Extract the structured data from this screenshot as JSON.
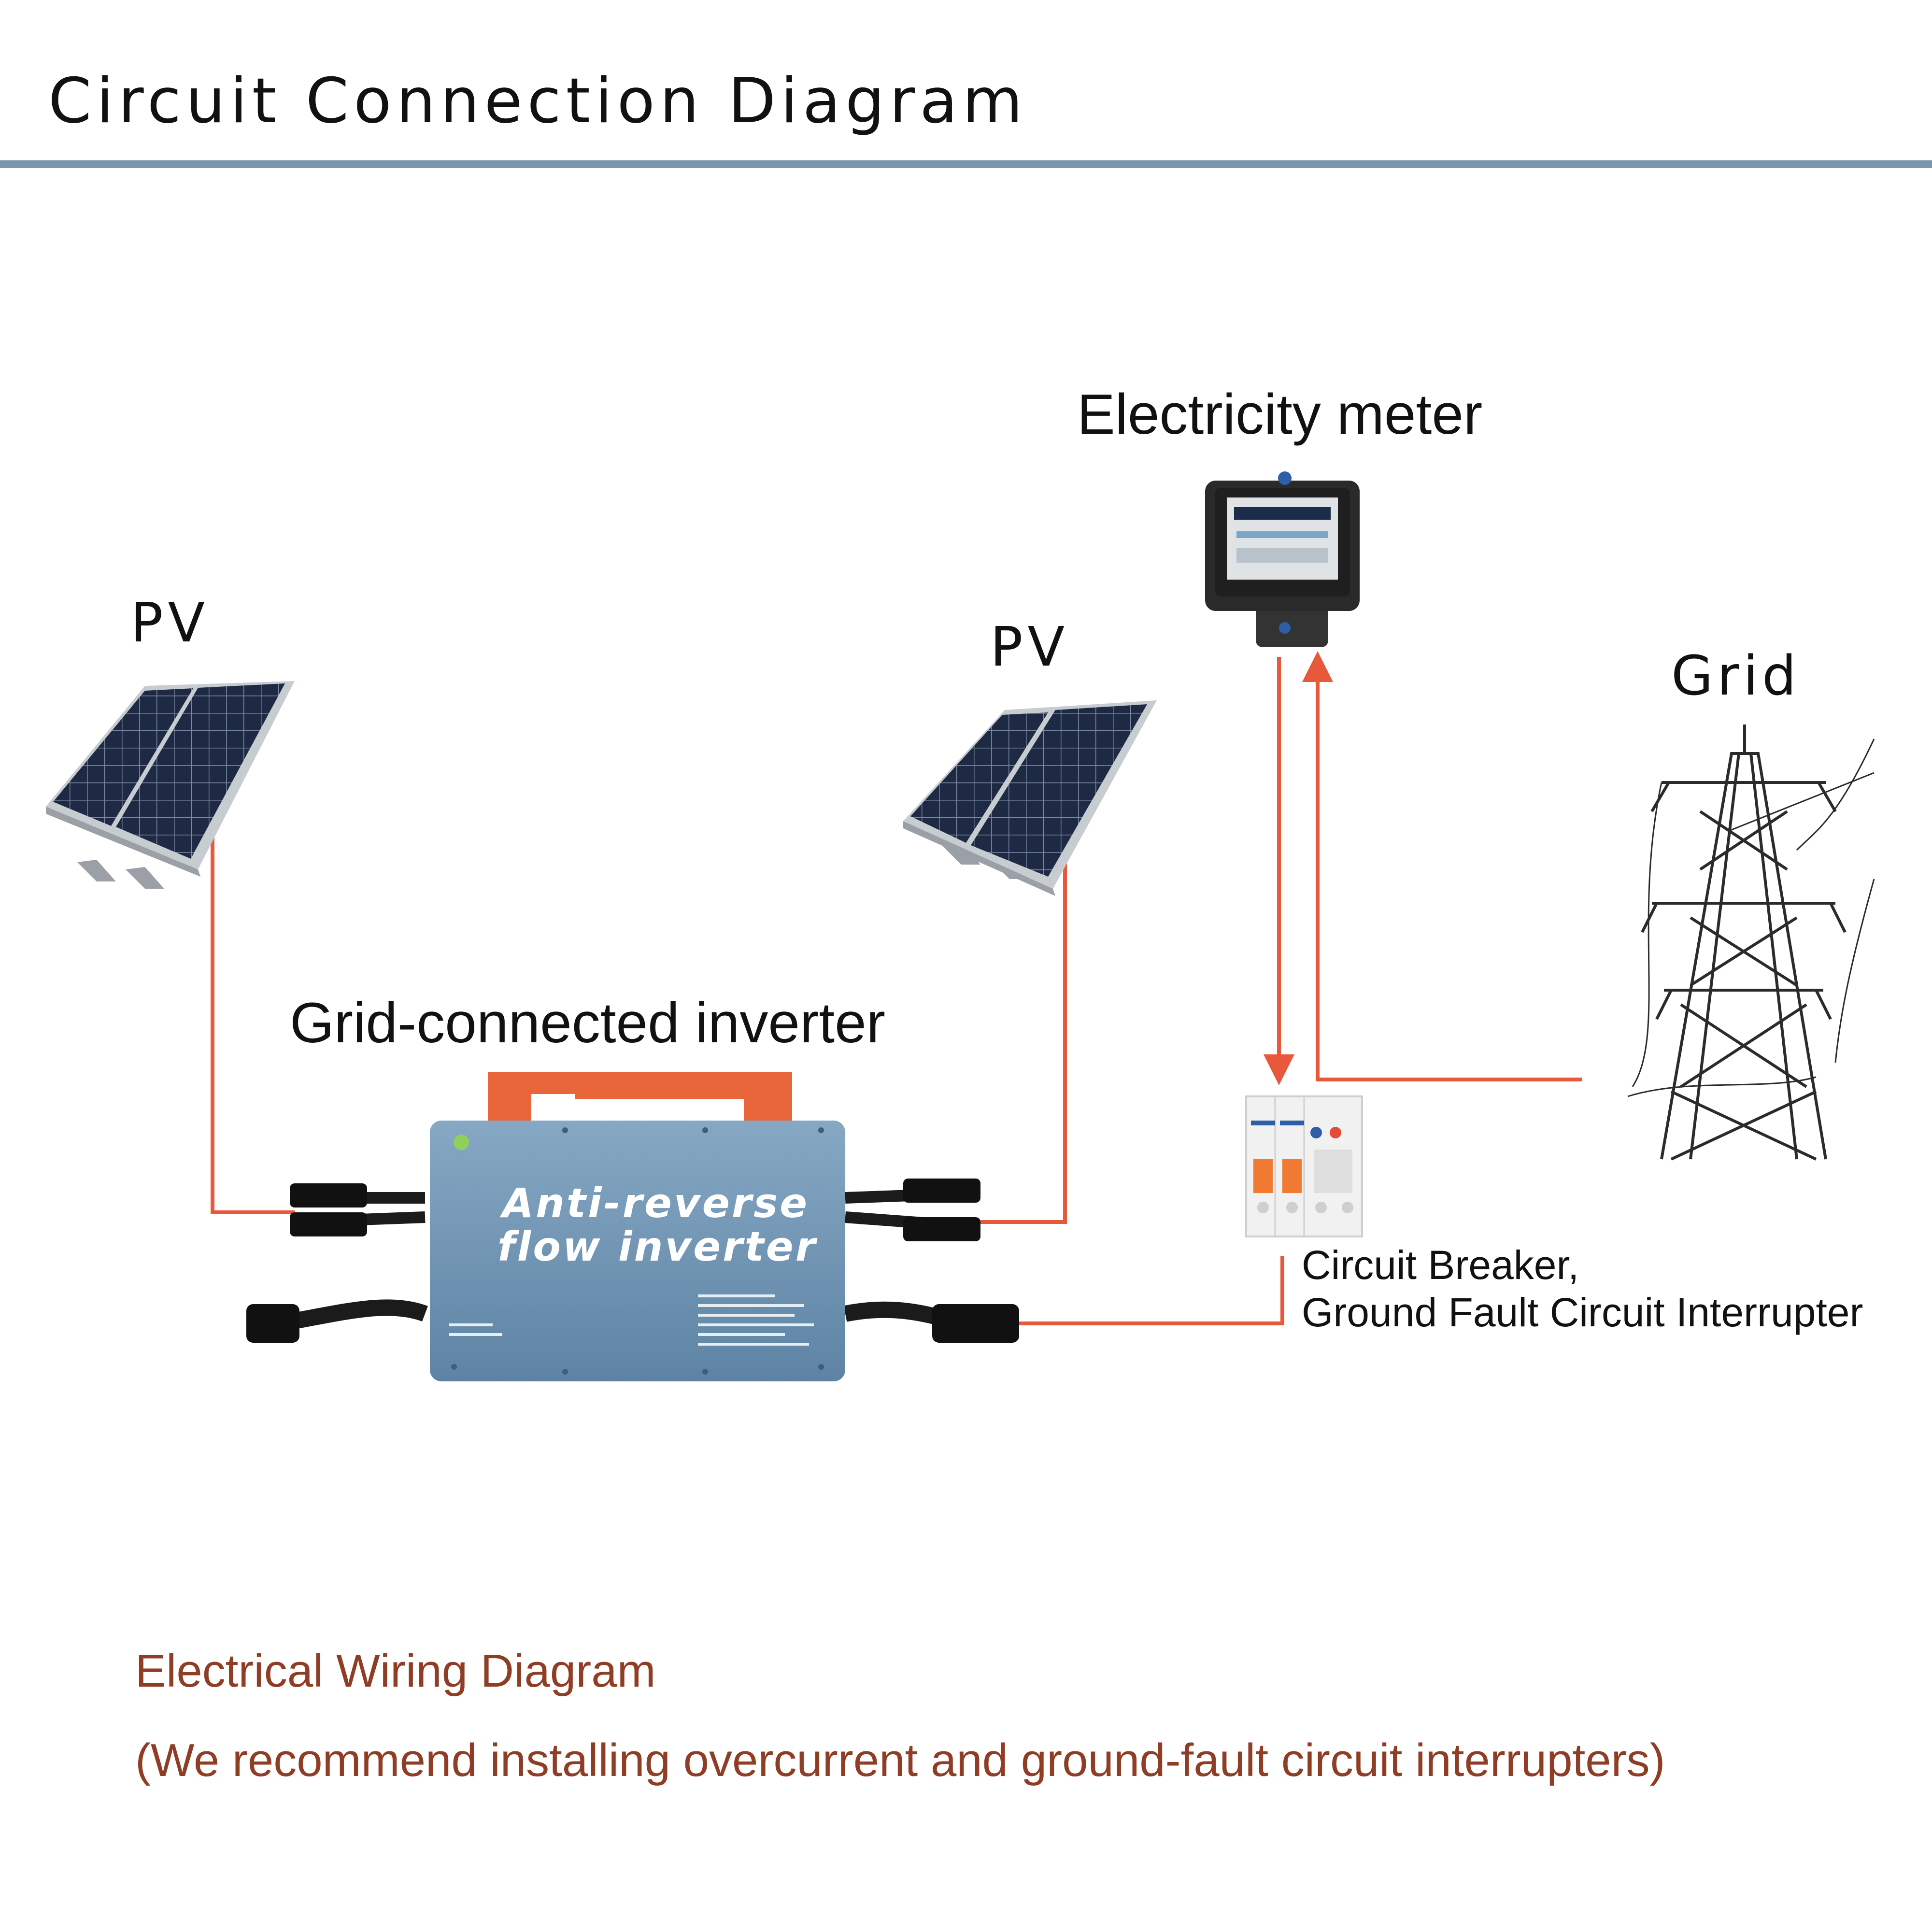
{
  "title": "Circuit Connection Diagram",
  "labels": {
    "pv_left": "PV",
    "pv_right": "PV",
    "meter": "Electricity meter",
    "grid": "Grid",
    "inverter": "Grid-connected inverter",
    "breaker_line1": "Circuit Breaker,",
    "breaker_line2": "Ground Fault Circuit Interrupter"
  },
  "inverter_face": {
    "line1": "Anti-reverse",
    "line2": "flow inverter"
  },
  "captions": {
    "line1": "Electrical Wiring Diagram",
    "line2": "(We recommend installing overcurrent and ground-fault circuit interrupters)"
  },
  "colors": {
    "header_rule": "#7b97ad",
    "wire": "#e8583a",
    "caption": "#8f3d25",
    "inverter_body": "#6f93b3",
    "inverter_handle": "#e8663a",
    "panel_cell": "#1e2a44",
    "meter_body": "#2a2a2a"
  }
}
